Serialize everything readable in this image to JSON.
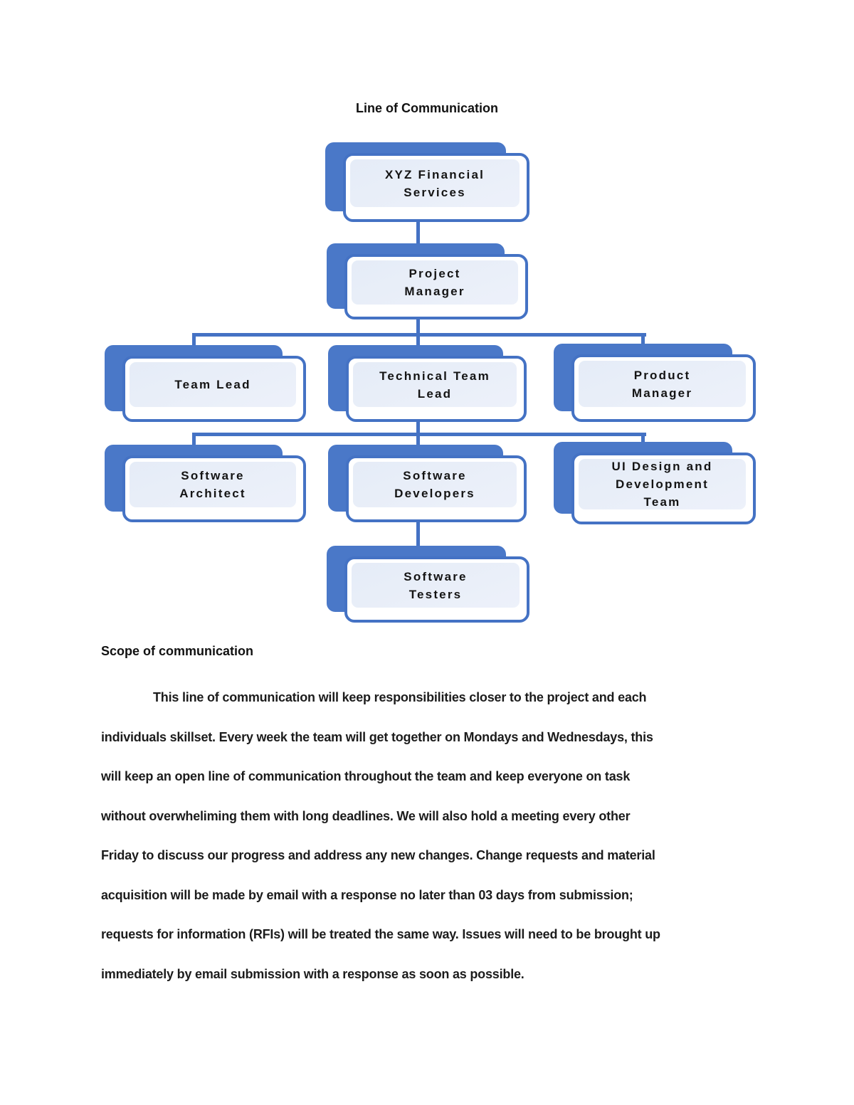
{
  "page": {
    "title": "Line of Communication"
  },
  "diagram": {
    "accent_color": "#4472C4",
    "shadow_color": "#4A78C8",
    "node_fill_color": "#E9EEF8",
    "nodes": {
      "xyz": {
        "line1": "XYZ Financial",
        "line2": "Services"
      },
      "pm": {
        "line1": "Project",
        "line2": "Manager"
      },
      "team_lead": {
        "line1": "Team Lead"
      },
      "ttl": {
        "line1": "Technical Team",
        "line2": "Lead"
      },
      "product_manager": {
        "line1": "Product",
        "line2": "Manager"
      },
      "sa": {
        "line1": "Software",
        "line2": "Architect"
      },
      "sd": {
        "line1": "Software",
        "line2": "Developers"
      },
      "ui": {
        "line1": "UI Design and",
        "line2": "Development",
        "line3": "Team"
      },
      "st": {
        "line1": "Software",
        "line2": "Testers"
      }
    }
  },
  "scope": {
    "heading": "Scope of communication",
    "lines": [
      "This line of communication will keep responsibilities closer to the project and each",
      "individuals skillset. Every week the team will get together on Mondays and Wednesdays, this",
      "will keep an open line of communication throughout the team and keep everyone on task",
      "without overwheliming them with long deadlines. We will also hold a meeting every other",
      "Friday to discuss our progress and address any new changes. Change requests and material",
      "acquisition will be made by email with a response no later than 03 days from submission;",
      "requests for information (RFIs) will be treated the same way. Issues will need to be brought up",
      "immediately by email submission with a response as soon as possible."
    ]
  }
}
